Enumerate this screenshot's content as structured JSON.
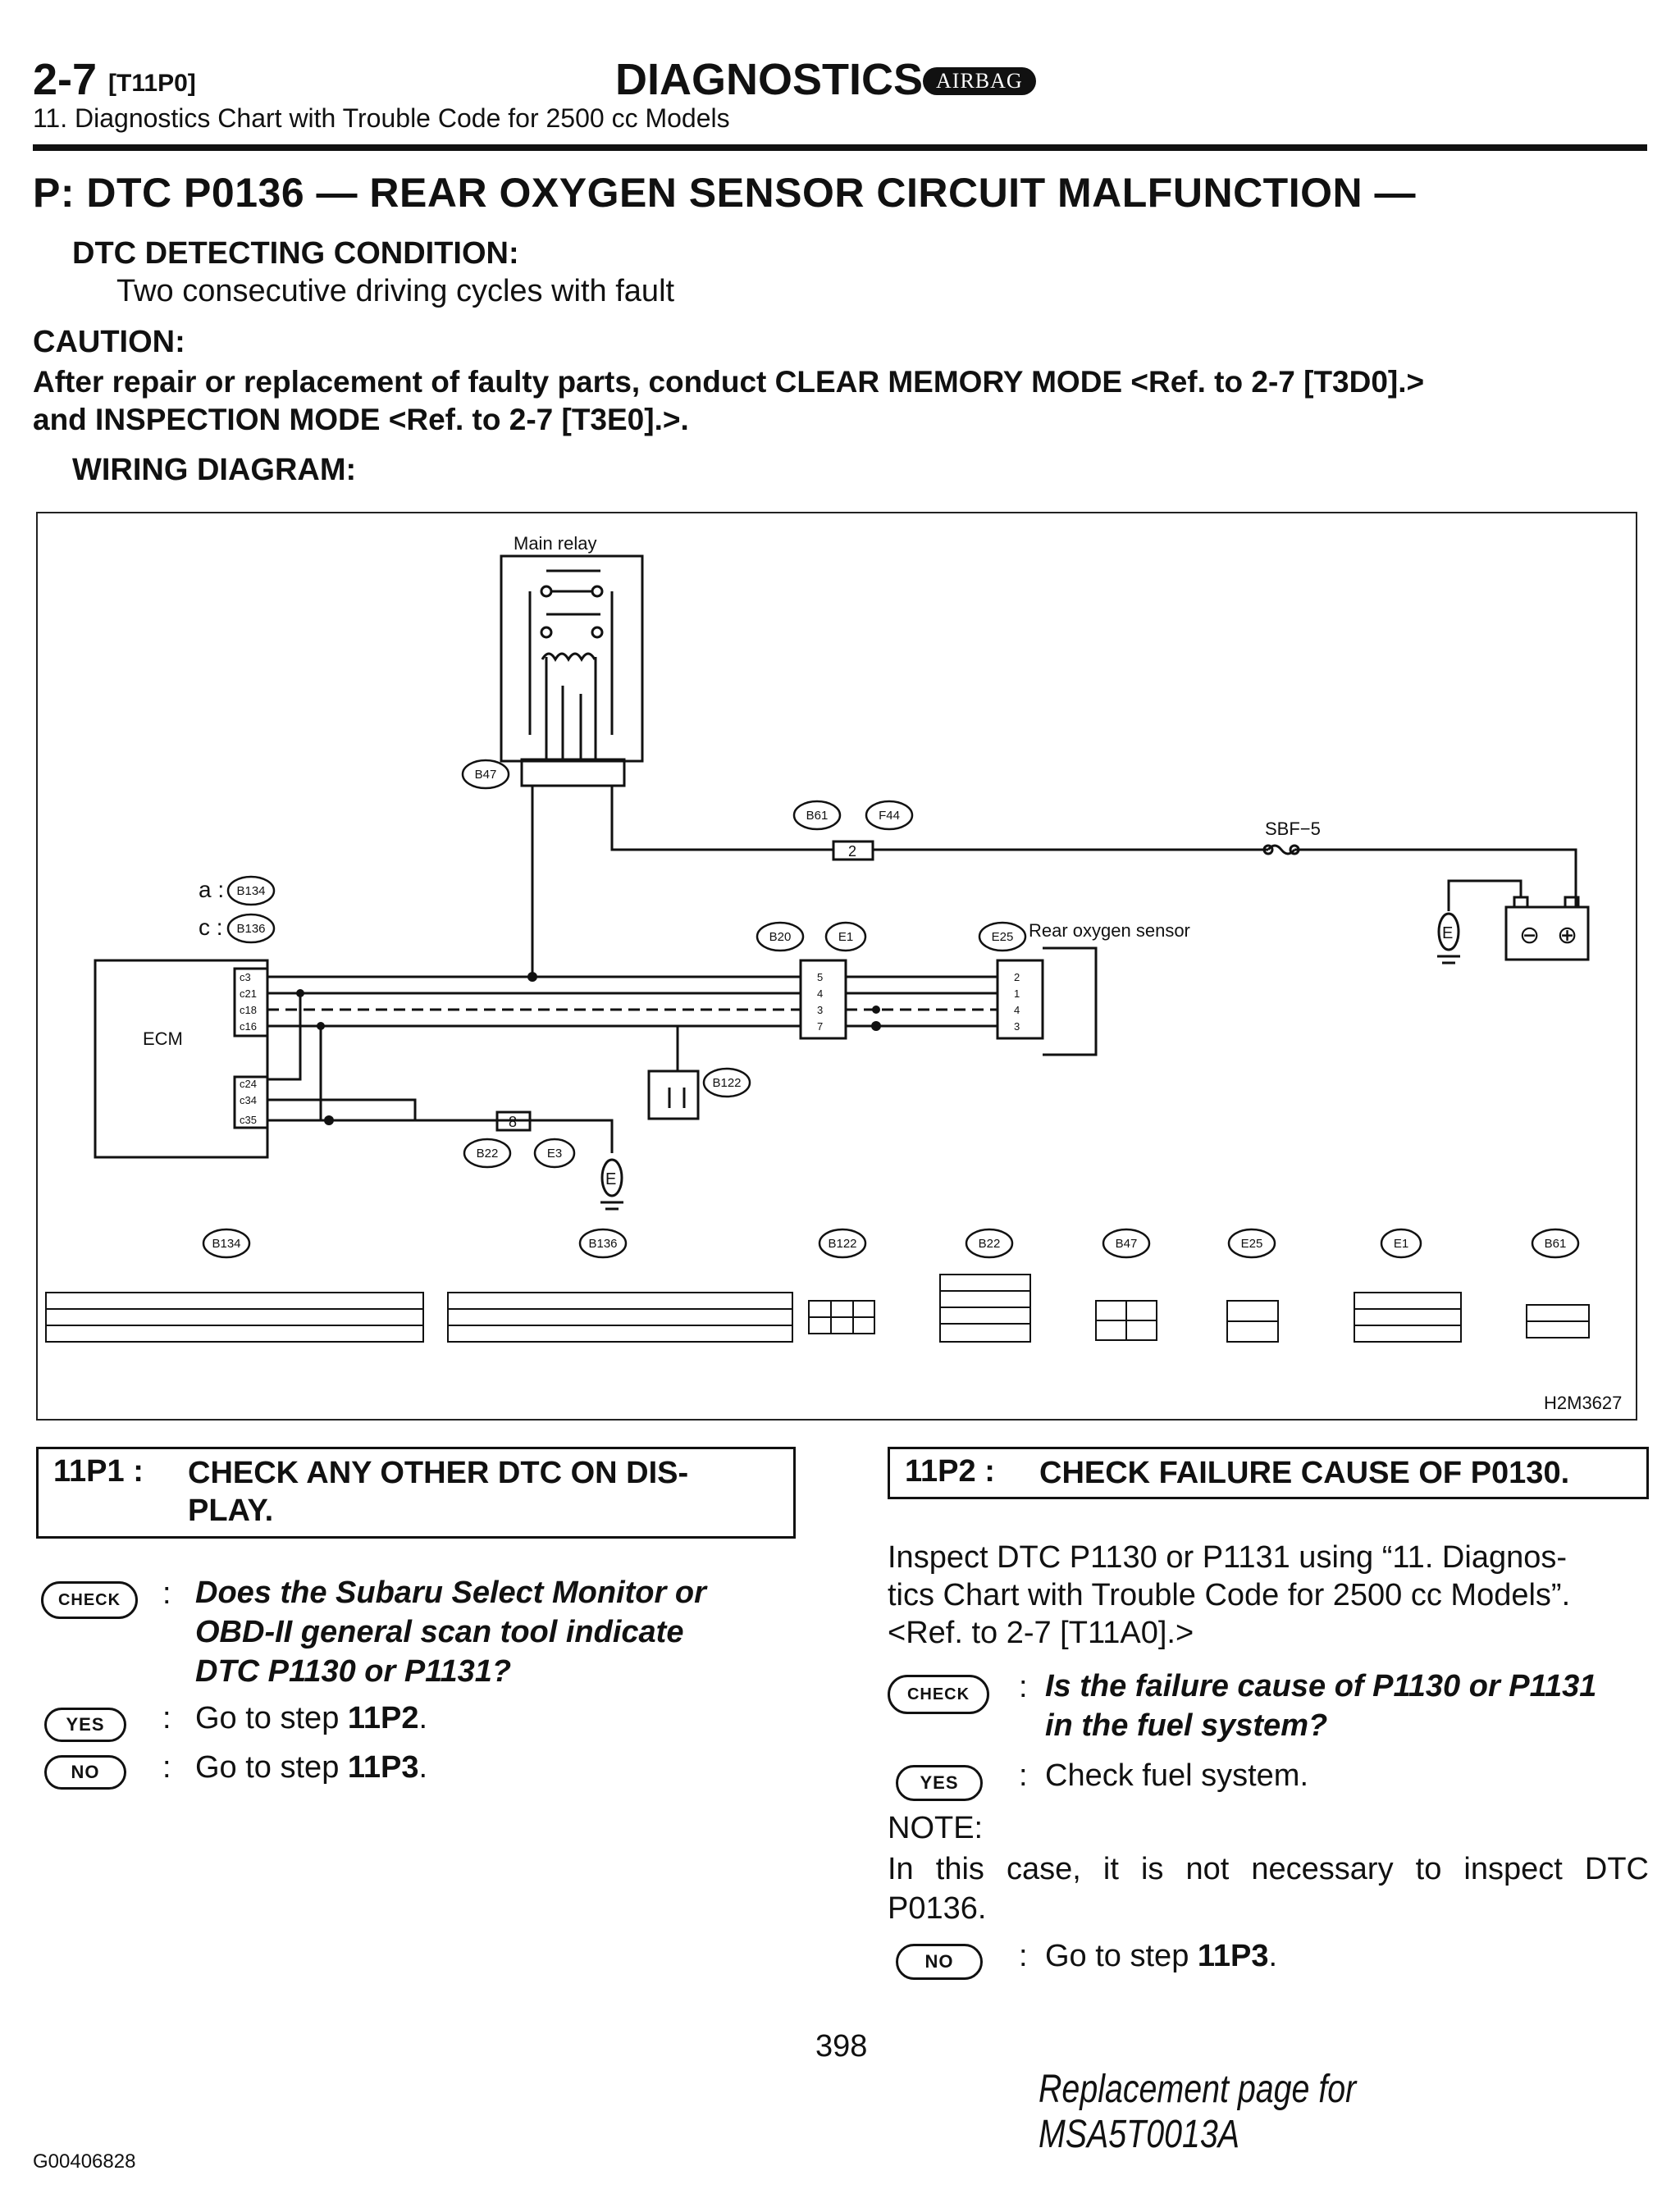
{
  "header": {
    "section": "2-7",
    "ref": "[T11P0]",
    "title": "DIAGNOSTICS",
    "badge": "AIRBAG",
    "subtitle": "11. Diagnostics Chart with Trouble Code for 2500 cc Models"
  },
  "dtc": {
    "title": "P: DTC P0136 — REAR OXYGEN SENSOR CIRCUIT MALFUNCTION —",
    "detecting_heading": "DTC DETECTING CONDITION:",
    "detecting_text": "Two consecutive driving cycles with fault",
    "caution_heading": "CAUTION:",
    "caution_line1": "After repair or replacement of faulty parts, conduct CLEAR MEMORY MODE <Ref. to 2-7 [T3D0].>",
    "caution_line2": "and INSPECTION MODE <Ref. to 2-7 [T3E0].>.",
    "wiring_heading": "WIRING DIAGRAM:"
  },
  "diagram": {
    "main_relay": "Main relay",
    "ecm": "ECM",
    "sbf": "SBF−5",
    "rear_sensor": "Rear oxygen sensor",
    "code": "H2M3627",
    "legend_a": "a :",
    "legend_c": "c :",
    "conn": {
      "b47": "B47",
      "b61": "B61",
      "f44": "F44",
      "b134": "B134",
      "b136": "B136",
      "b20": "B20",
      "e1": "E1",
      "e25": "E25",
      "b122": "B122",
      "b22": "B22",
      "e3": "E3"
    },
    "ecm_pins": [
      "c3",
      "c21",
      "c18",
      "c16",
      "c24",
      "c34",
      "c35"
    ],
    "b20_pins": [
      "5",
      "4",
      "3",
      "7"
    ],
    "e25_pins": [
      "2",
      "1",
      "4",
      "3"
    ],
    "f44_pin": "2",
    "b22_pin": "8",
    "ground": "E",
    "plus": "⊕",
    "minus": "⊖"
  },
  "step1": {
    "code": "11P1 :",
    "title_line1": "CHECK ANY OTHER DTC ON DIS-",
    "title_line2": "PLAY.",
    "check_label": "CHECK",
    "yes_label": "YES",
    "no_label": "NO",
    "question_line1": "Does the Subaru Select Monitor or",
    "question_line2": "OBD-II general scan tool indicate",
    "question_line3": "DTC P1130 or P1131?",
    "yes_prefix": "Go to step ",
    "yes_step": "11P2",
    "no_prefix": "Go to step ",
    "no_step": "11P3"
  },
  "step2": {
    "code": "11P2 :",
    "title": "CHECK FAILURE CAUSE OF P0130.",
    "intro_line1": "Inspect DTC P1130 or P1131 using “11. Diagnos-",
    "intro_line2": "tics Chart with Trouble Code for 2500 cc Models”.",
    "intro_line3": "<Ref. to 2-7 [T11A0].>",
    "check_label": "CHECK",
    "yes_label": "YES",
    "no_label": "NO",
    "question_line1": "Is the failure cause of P1130 or P1131",
    "question_line2": "in the fuel system?",
    "yes_text": "Check fuel system.",
    "note_heading": "NOTE:",
    "note_line1": "In this case, it is not necessary to inspect DTC",
    "note_line2": "P0136.",
    "no_prefix": "Go to step ",
    "no_step": "11P3"
  },
  "footer": {
    "page": "398",
    "replacement": "Replacement page for MSA5T0013A",
    "doc_id": "G00406828"
  }
}
